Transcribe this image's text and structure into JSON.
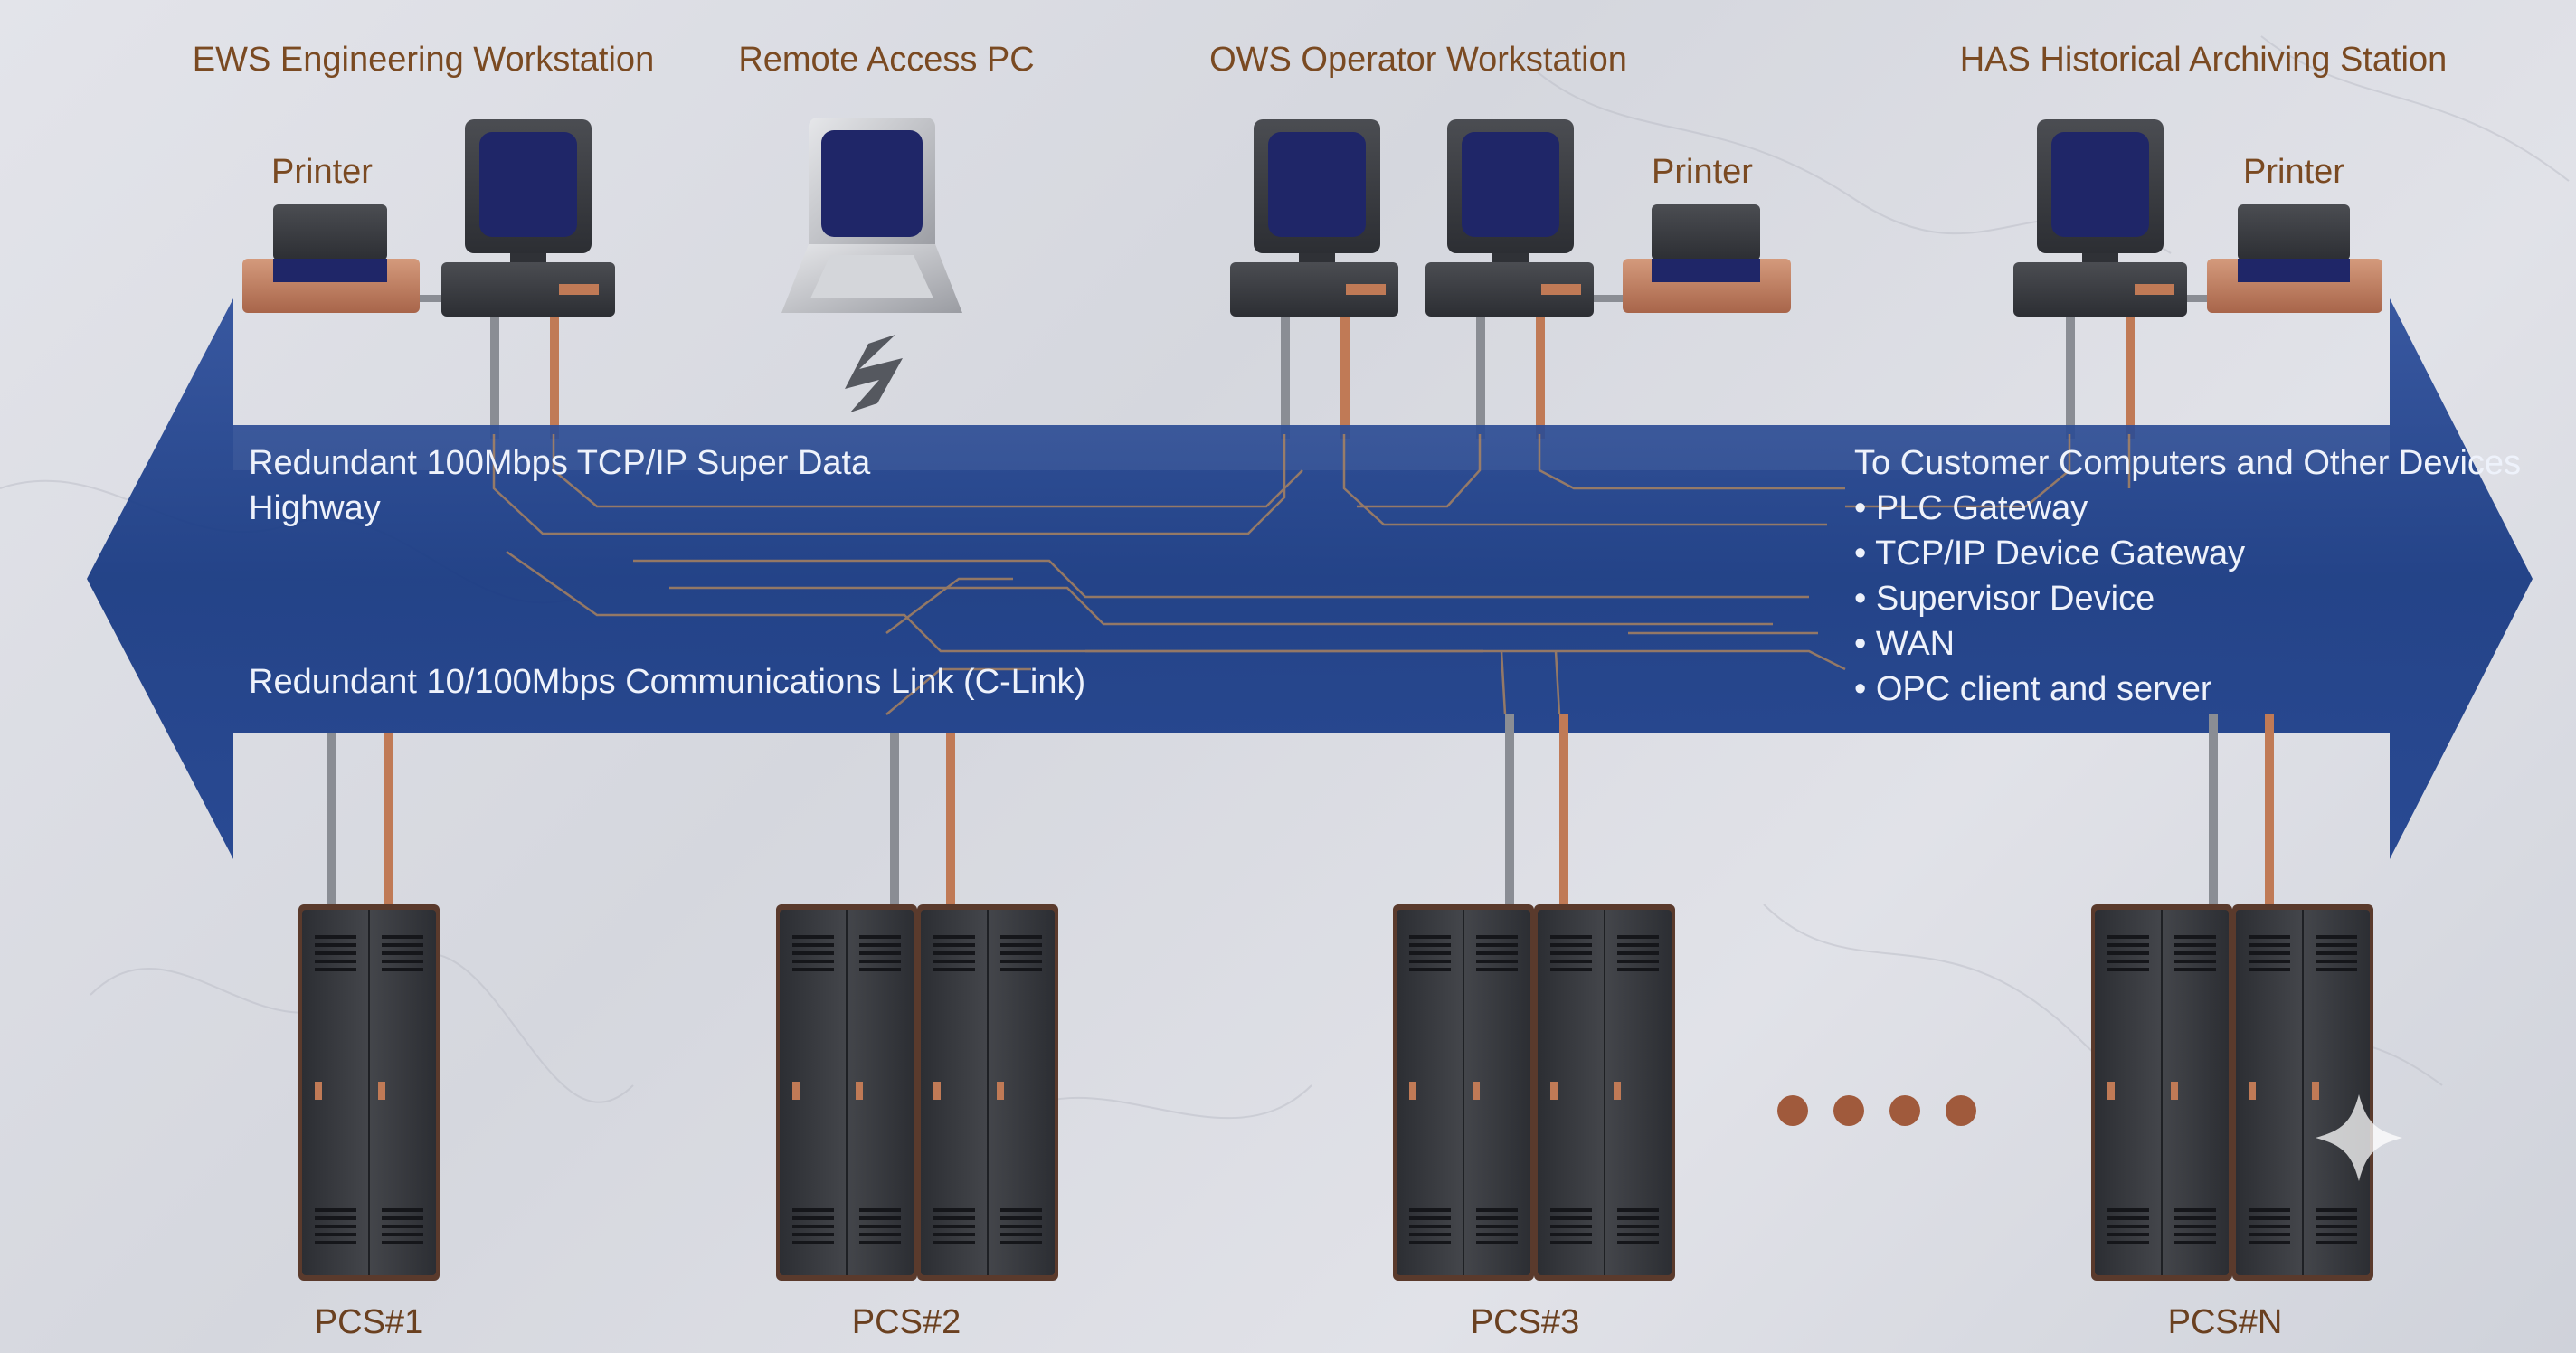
{
  "workstations": {
    "ews_title": "EWS Engineering Workstation",
    "remote_title": "Remote Access PC",
    "ows_title": "OWS Operator Workstation",
    "has_title": "HAS Historical Archiving Station",
    "printer_label": "Printer"
  },
  "highway": {
    "line1": "Redundant 100Mbps TCP/IP Super Data",
    "line2": "Highway",
    "clink": "Redundant 10/100Mbps Communications Link (C-Link)"
  },
  "customer": {
    "heading": "To Customer Computers and Other Devices",
    "items": [
      "• PLC Gateway",
      "• TCP/IP Device Gateway",
      "• Supervisor Device",
      "• WAN",
      "• OPC client and server"
    ]
  },
  "pcs": [
    "PCS#1",
    "PCS#2",
    "PCS#3",
    "PCS#N"
  ],
  "colors": {
    "band": "#13357a",
    "copper": "#b87456",
    "screen": "#1f2668",
    "cabinet": "#34363b",
    "text_brown": "#7a4a22"
  }
}
